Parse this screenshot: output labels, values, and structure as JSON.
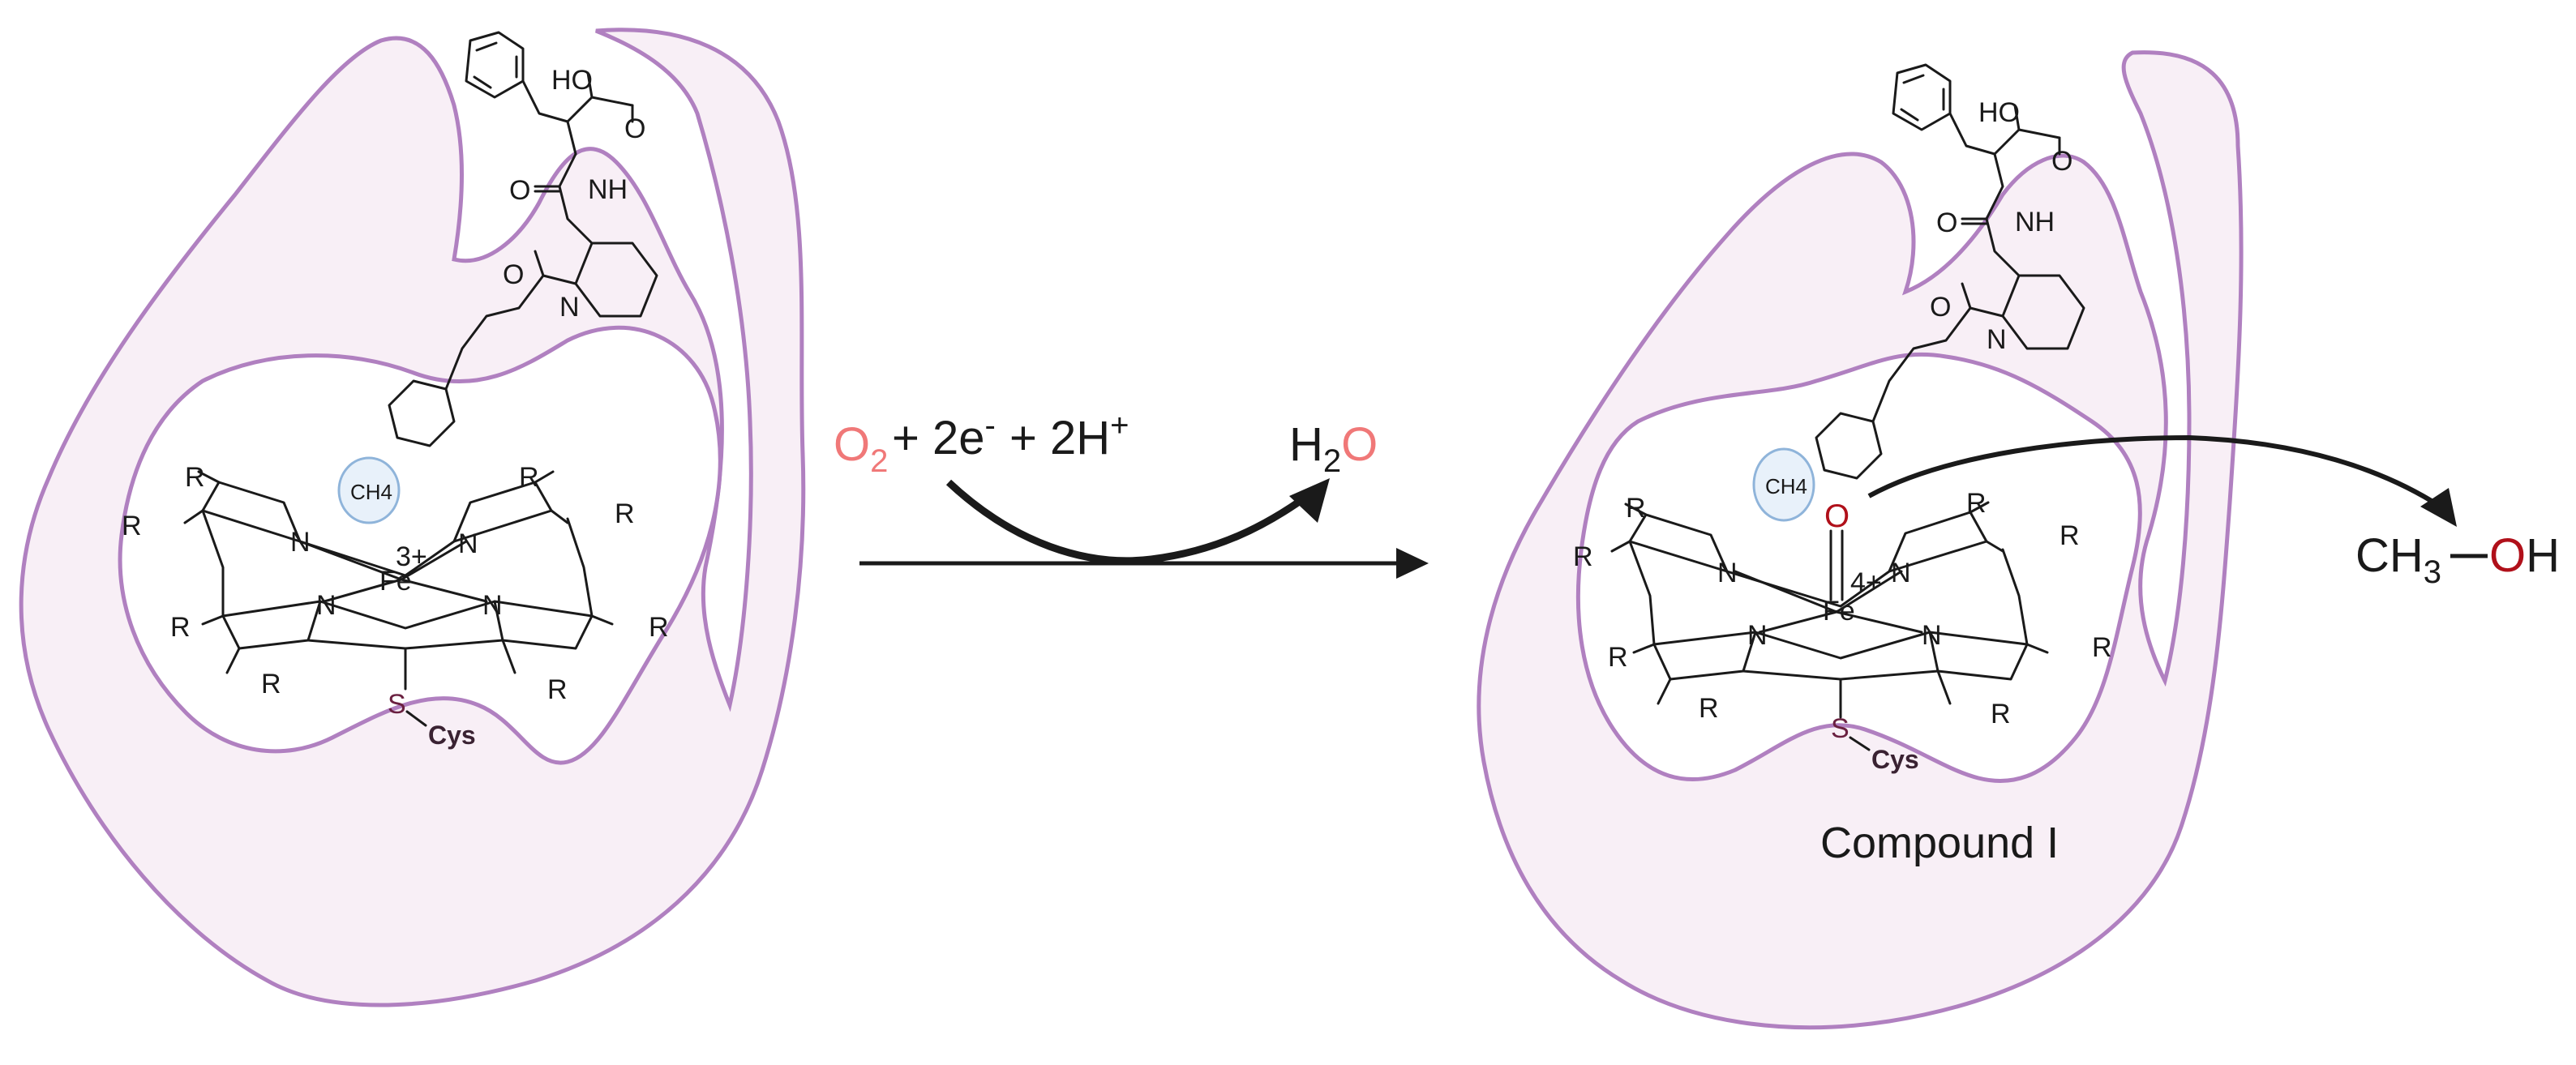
{
  "colors": {
    "protein_fill": "#f8eff6",
    "protein_outline": "#b080c0",
    "oxygen_reactant": "#f07878",
    "oxygen_product": "#b0101a",
    "methane_bubble": "#e8f1fa",
    "arrow": "#1a1a1a"
  },
  "left_state": {
    "substrate": "CH4",
    "iron": "Fe",
    "iron_charge": "3+",
    "thiolate": "S",
    "cysteine": "Cys",
    "ligand_atoms": {
      "hydroxyl": "HO",
      "carbonyl_o": "O",
      "amide_nh": "NH",
      "ring_n": "N"
    },
    "nitrogen": "N",
    "r_group": "R"
  },
  "reaction": {
    "reactant_o": "O",
    "reactant_o_sub": "2",
    "plus_1": " + 2e",
    "electron_sup": "-",
    "plus_2": "+ 2H",
    "proton_sup": "+",
    "product_h": "H",
    "product_h_sub": "2",
    "product_o": "O"
  },
  "right_state": {
    "substrate": "CH4",
    "oxo": "O",
    "iron": "Fe",
    "iron_charge": "4+",
    "thiolate": "S",
    "cysteine": "Cys",
    "caption": "Compound I",
    "ligand_atoms": {
      "hydroxyl": "HO",
      "carbonyl_o": "O",
      "amide_nh": "NH",
      "ring_n": "N"
    },
    "nitrogen": "N",
    "r_group": "R"
  },
  "product": {
    "ch": "CH",
    "ch_sub": "3",
    "o": "O",
    "h": "H"
  },
  "icons": [
    "protein-pocket-icon",
    "heme-porphyrin-icon",
    "methane-bubble-icon",
    "reaction-arrow-icon"
  ]
}
